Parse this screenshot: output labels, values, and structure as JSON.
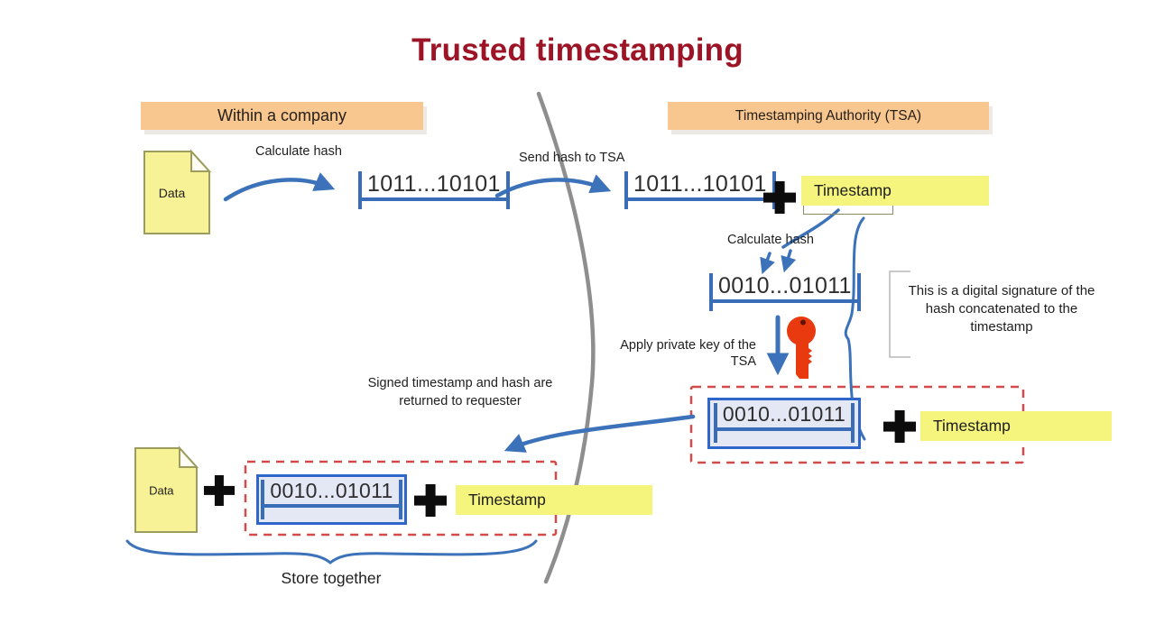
{
  "title": "Trusted timestamping",
  "headers": {
    "left": "Within a company",
    "right": "Timestamping Authority (TSA)"
  },
  "docs": {
    "top": "Data",
    "bottom": "Data"
  },
  "hashes": {
    "h1": "1011...10101",
    "h2": "1011...10101",
    "h3": "0010...01011",
    "h4": "0010...01011",
    "h5": "0010...01011"
  },
  "timestamps": {
    "t1": "Timestamp",
    "t2": "Timestamp",
    "t3": "Timestamp"
  },
  "labels": {
    "calculate_hash_left": "Calculate hash",
    "send_hash_to_tsa": "Send hash to TSA",
    "calculate_hash_tsa": "Calculate hash",
    "apply_private_key_line1": "Apply private key of the",
    "apply_private_key_line2": "TSA",
    "digital_signature_note": "This is a digital signature of the hash concatenated to the timestamp",
    "returned_note": "Signed timestamp and hash are returned to requester",
    "store_together": "Store together"
  },
  "icons": {
    "document": "yellow-document-icon",
    "key": "red-key-icon",
    "plus": "plus-icon"
  },
  "colors": {
    "title": "#9c1425",
    "header_bg": "#f8c78f",
    "timestamp_bg": "#f5f57d",
    "document_bg": "#f7f295",
    "arrow_blue": "#3b72b9",
    "hash_bracket_blue": "#3a6db8",
    "box_border_blue": "#2e66c9",
    "box_fill": "#e4e7f4",
    "dashed_red": "#d14b4b",
    "key_red": "#e83a0e",
    "divider_gray": "#8e8e8e"
  }
}
